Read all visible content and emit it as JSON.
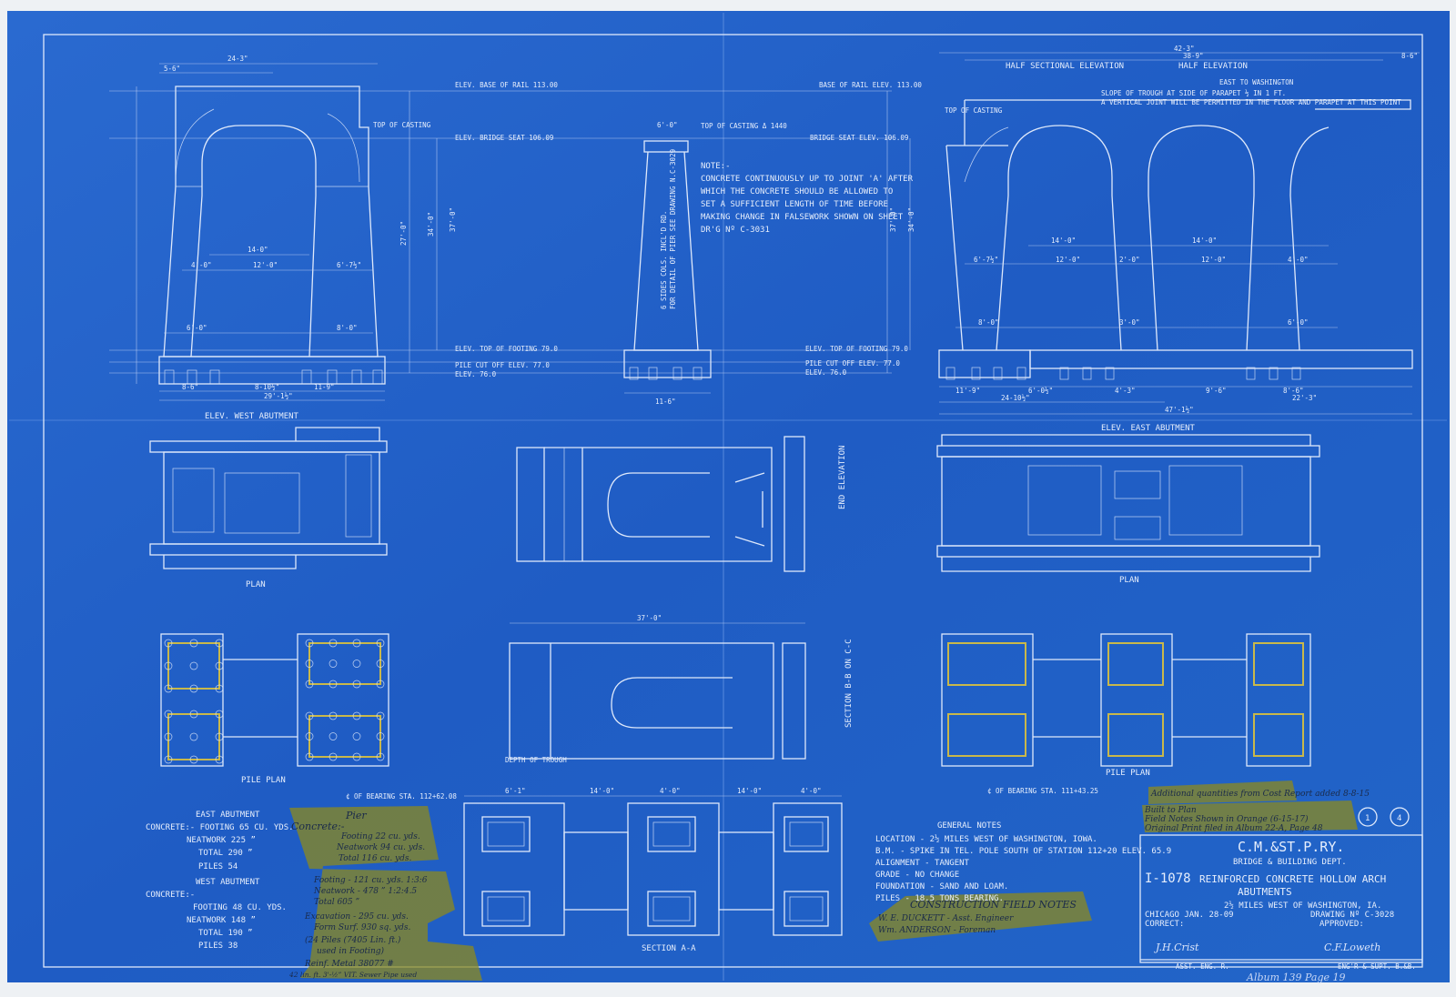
{
  "titleblock": {
    "railway": "C.M.&ST.P.RY.",
    "dept": "BRIDGE & BUILDING DEPT.",
    "number": "I-1078",
    "title_line1": "REINFORCED CONCRETE HOLLOW ARCH",
    "title_line2": "ABUTMENTS",
    "location": "2½ MILES WEST OF WASHINGTON, IA.",
    "date": "CHICAGO  JAN. 28-09",
    "drawing_no": "DRAWING Nº C-3028",
    "correct": "CORRECT:",
    "approved": "APPROVED:",
    "asst_engr": "ASST. ENG. R.",
    "engr_supt": "ENG'R & SUPT. B.&B.",
    "sig1": "J.H.Crist",
    "sig2": "C.F.Loweth"
  },
  "views": {
    "west_abutment": "ELEV. WEST ABUTMENT",
    "east_abutment": "ELEV. EAST ABUTMENT",
    "plan": "PLAN",
    "plan2": "PLAN",
    "pile_plan": "PILE PLAN",
    "pile_plan2": "PILE PLAN",
    "end_elevation": "END ELEVATION",
    "section_a": "SECTION A-A",
    "section_b": "SECTION B-B ON C-C",
    "half_sectional": "HALF SECTIONAL ELEVATION",
    "half_elevation": "HALF ELEVATION",
    "east_to": "EAST TO WASHINGTON"
  },
  "elevations": {
    "base_rail_left": "ELEV. BASE OF RAIL 113.00",
    "base_rail_right": "BASE OF RAIL ELEV. 113.00",
    "bridge_seat_left": "ELEV. BRIDGE SEAT 106.09",
    "bridge_seat_right": "BRIDGE SEAT ELEV. 106.09",
    "top_footing_left": "ELEV. TOP OF FOOTING 79.0",
    "top_footing_right": "ELEV. TOP OF FOOTING 79.0",
    "pile_cutoff_left": "PILE CUT OFF ELEV. 77.0",
    "pile_cutoff_right": "PILE CUT OFF ELEV. 77.0",
    "elev76_left": "ELEV. 76.0",
    "elev76_right": "ELEV. 76.0",
    "top_casting": "TOP OF CASTING",
    "top_casting_pier": "TOP OF CASTING Δ 1440",
    "top_casting_right": "TOP OF CASTING"
  },
  "notes": {
    "note_title": "NOTE:-",
    "note_lines": [
      "CONCRETE CONTINUOUSLY UP TO JOINT 'A' AFTER",
      "WHICH THE CONCRETE SHOULD BE ALLOWED TO",
      "SET A SUFFICIENT LENGTH OF TIME BEFORE",
      "MAKING CHANGE IN FALSEWORK SHOWN ON SHEET",
      "DR'G Nº C-3031"
    ],
    "slope_note": "SLOPE OF TROUGH AT SIDE OF PARAPET ½ IN 1 FT.",
    "vertical_joint": "A VERTICAL JOINT WILL BE PERMITTED IN THE FLOOR AND PARAPET AT THIS POINT"
  },
  "general_notes": {
    "title": "GENERAL NOTES",
    "lines": [
      "LOCATION - 2½ MILES WEST OF WASHINGTON, IOWA.",
      "B.M. - SPIKE IN TEL. POLE SOUTH OF STATION 112+20  ELEV. 65.9",
      "ALIGNMENT - TANGENT",
      "GRADE - NO CHANGE",
      "FOUNDATION - SAND AND LOAM.",
      "PILES - 18.5 TONS BEARING."
    ]
  },
  "quantities": {
    "east_title": "EAST ABUTMENT",
    "east_lines": [
      "CONCRETE:-   FOOTING 65 CU. YDS.",
      "NEATWORK 225  ”",
      "TOTAL  290  ”",
      "PILES 54"
    ],
    "west_title": "WEST ABUTMENT",
    "west_lines": [
      "CONCRETE:-",
      "FOOTING  48 CU. YDS.",
      "NEATWORK 148  ”",
      "TOTAL  190  ”",
      "PILES 38"
    ]
  },
  "handwritten": {
    "pier": "Pier",
    "concrete": "Concrete:-",
    "pier_lines": [
      "Footing 22 cu. yds.",
      "Neatwork 94 cu. yds.",
      "Total 116 cu. yds."
    ],
    "footing": "Footing - 121 cu. yds. 1:3:6",
    "neatwork": "Neatwork - 478  ”  1:2:4.5",
    "total": "Total  605  ”",
    "excavation": "Excavation - 295 cu. yds.",
    "form": "Form Surf. 930 sq. yds.",
    "piles": "(24 Piles (7405 Lin. ft.)",
    "used": "used in Footing)",
    "reinf": "Reinf. Metal 38077 #",
    "sewer": "42 lin. ft. 3'-½” VIT. Sewer Pipe used",
    "field_title": "CONSTRUCTION FIELD NOTES",
    "field_1": "W. E. DUCKETT  -  Asst. Engineer",
    "field_2": "Wm. ANDERSON  -  Foreman",
    "additional": "Additional quantities from Cost Report added 8-8-15",
    "built": "Built to Plan",
    "field_notes": "Field Notes Shown in Orange (6-15-17)",
    "original": "Original Print filed in Album 22-A, Page 48",
    "album": "Album 139  Page 19",
    "circle1": "1",
    "circle2": "4"
  },
  "stations": {
    "left": "¢ OF BEARING  STA. 112+62.08",
    "right": "¢ OF BEARING  STA. 111+43.25"
  }
}
